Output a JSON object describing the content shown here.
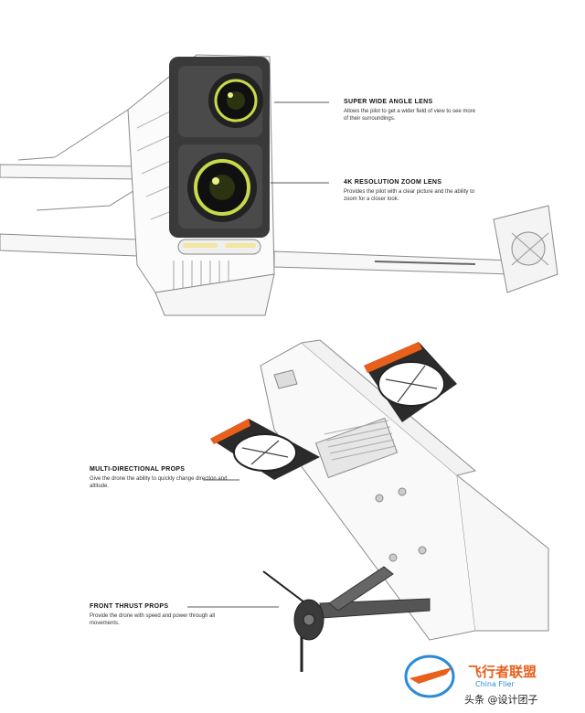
{
  "callouts": {
    "super_wide": {
      "title": "SUPER WIDE ANGLE LENS",
      "desc": "Allows the pilot to get a wider field of view to see more of their surroundings."
    },
    "zoom_4k": {
      "title": "4K RESOLUTION ZOOM LENS",
      "desc": "Provides the pilot with a clear picture and the ability to zoom for a closer look."
    },
    "multi_props": {
      "title": "MULTI-DIRECTIONAL PROPS",
      "desc": "Give the drone the ability to quickly change direction and altitude."
    },
    "front_thrust": {
      "title": "FRONT THRUST PROPS",
      "desc": "Provide the drone with speed and power through all movements."
    }
  },
  "watermark": {
    "brand": "飞行者联盟",
    "site": "China Flier",
    "source": "头条 @设计团子"
  },
  "colors": {
    "line": "#8a8a8a",
    "camera_housing": "#3a3a3a",
    "lens_green": "#c8d94a",
    "prop_orange": "#e8601c",
    "led_yellow": "#f2e6a0"
  }
}
